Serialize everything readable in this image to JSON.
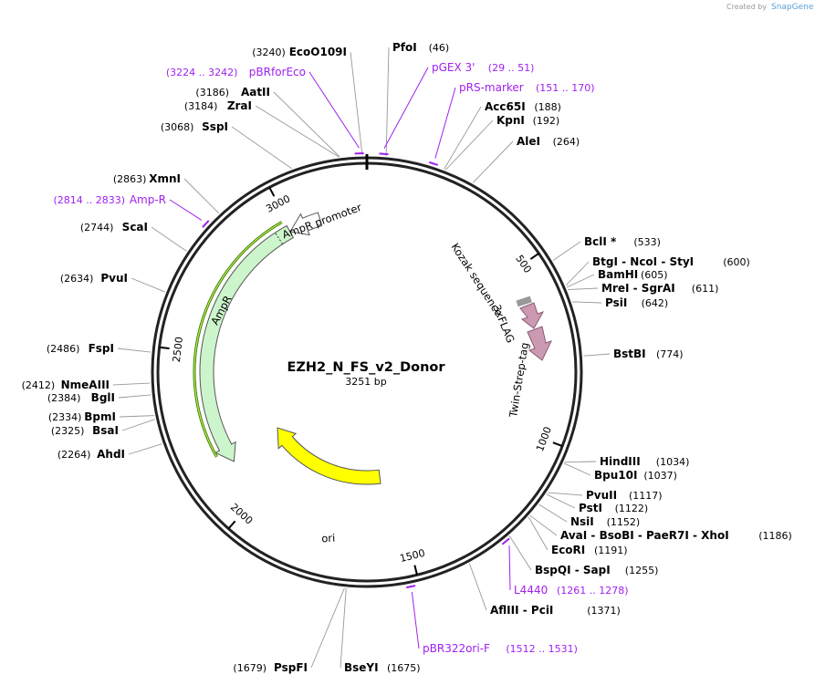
{
  "credit": {
    "prefix": "Created by",
    "brand": "SnapGene"
  },
  "plasmid": {
    "name": "EZH2_N_FS_v2_Donor",
    "length_label": "3251 bp",
    "length": 3251
  },
  "ticks": [
    {
      "pos": 500,
      "label": "500"
    },
    {
      "pos": 1000,
      "label": "1000"
    },
    {
      "pos": 1500,
      "label": "1500"
    },
    {
      "pos": 2000,
      "label": "2000"
    },
    {
      "pos": 2500,
      "label": "2500"
    },
    {
      "pos": 3000,
      "label": "3000"
    }
  ],
  "features": [
    {
      "id": "ampr",
      "name": "AmpR",
      "color": "#ccf5cc",
      "start": 2132,
      "end": 2992,
      "r_inner": 168,
      "r_outer": 183,
      "label": "AmpR"
    },
    {
      "id": "ampr-promoter",
      "name": "AmpR promoter",
      "color": "#ffffff",
      "start": 2993,
      "end": 3097,
      "r_inner": 168,
      "r_outer": 183,
      "label": "AmpR promoter"
    },
    {
      "id": "ori",
      "name": "ori",
      "color": "#ffff00",
      "start": 1562,
      "end": 2150,
      "r_inner": 108,
      "r_outer": 123,
      "label": "ori"
    }
  ],
  "sites": [
    {
      "name": "PfoI",
      "pos_label": "(46)",
      "pos": 46
    },
    {
      "name": "EcoO109I",
      "pos_label": "(3240)",
      "pos": 3240
    },
    {
      "name": "AatII",
      "pos_label": "(3186)",
      "pos": 3186
    },
    {
      "name": "ZraI",
      "pos_label": "(3184)",
      "pos": 3184
    },
    {
      "name": "SspI",
      "pos_label": "(3068)",
      "pos": 3068
    },
    {
      "name": "XmnI",
      "pos_label": "(2863)",
      "pos": 2863
    },
    {
      "name": "ScaI",
      "pos_label": "(2744)",
      "pos": 2744
    },
    {
      "name": "PvuI",
      "pos_label": "(2634)",
      "pos": 2634
    },
    {
      "name": "FspI",
      "pos_label": "(2486)",
      "pos": 2486
    },
    {
      "name": "NmeAIII",
      "pos_label": "(2412)",
      "pos": 2412
    },
    {
      "name": "BglI",
      "pos_label": "(2384)",
      "pos": 2384
    },
    {
      "name": "BpmI",
      "pos_label": "(2334)",
      "pos": 2334
    },
    {
      "name": "BsaI",
      "pos_label": "(2325)",
      "pos": 2325
    },
    {
      "name": "AhdI",
      "pos_label": "(2264)",
      "pos": 2264
    },
    {
      "name": "Acc65I",
      "pos_label": "(188)",
      "pos": 188
    },
    {
      "name": "KpnI",
      "pos_label": "(192)",
      "pos": 192
    },
    {
      "name": "AleI",
      "pos_label": "(264)",
      "pos": 264
    },
    {
      "name": "BclI *",
      "pos_label": "(533)",
      "pos": 533
    },
    {
      "name": "BtgI - NcoI - StyI",
      "pos_label": "(600)",
      "pos": 600
    },
    {
      "name": "BamHI",
      "pos_label": "(605)",
      "pos": 605
    },
    {
      "name": "MreI - SgrAI",
      "pos_label": "(611)",
      "pos": 611
    },
    {
      "name": "PsiI",
      "pos_label": "(642)",
      "pos": 642
    },
    {
      "name": "BstBI",
      "pos_label": "(774)",
      "pos": 774
    },
    {
      "name": "HindIII",
      "pos_label": "(1034)",
      "pos": 1034
    },
    {
      "name": "Bpu10I",
      "pos_label": "(1037)",
      "pos": 1037
    },
    {
      "name": "PvuII",
      "pos_label": "(1117)",
      "pos": 1117
    },
    {
      "name": "PstI",
      "pos_label": "(1122)",
      "pos": 1122
    },
    {
      "name": "NsiI",
      "pos_label": "(1152)",
      "pos": 1152
    },
    {
      "name": "AvaI - BsoBI - PaeR7I - XhoI",
      "pos_label": "(1186)",
      "pos": 1186
    },
    {
      "name": "EcoRI",
      "pos_label": "(1191)",
      "pos": 1191
    },
    {
      "name": "BspQI - SapI",
      "pos_label": "(1255)",
      "pos": 1255
    },
    {
      "name": "AflIII - PciI",
      "pos_label": "(1371)",
      "pos": 1371
    },
    {
      "name": "BseYI",
      "pos_label": "(1675)",
      "pos": 1675
    },
    {
      "name": "PspFI",
      "pos_label": "(1679)",
      "pos": 1679
    }
  ],
  "primers": [
    {
      "name": "pBRforEco",
      "range": "(3224 .. 3242)",
      "pos": 3233
    },
    {
      "name": "pGEX 3'",
      "range": "(29 .. 51)",
      "pos": 40
    },
    {
      "name": "pRS-marker",
      "range": "(151 .. 170)",
      "pos": 160
    },
    {
      "name": "Amp-R",
      "range": "(2814 .. 2833)",
      "pos": 2823
    },
    {
      "name": "L4440",
      "range": "(1261 .. 1278)",
      "pos": 1270
    },
    {
      "name": "pBR322ori-F",
      "range": "(1512 .. 1531)",
      "pos": 1521
    }
  ],
  "inner_features": [
    {
      "name": "Kozak sequence",
      "color": "#999999"
    },
    {
      "name": "3xFLAG",
      "color": "#cc99b2"
    },
    {
      "name": "Twin-Strep-tag",
      "color": "#cc99b2"
    }
  ]
}
